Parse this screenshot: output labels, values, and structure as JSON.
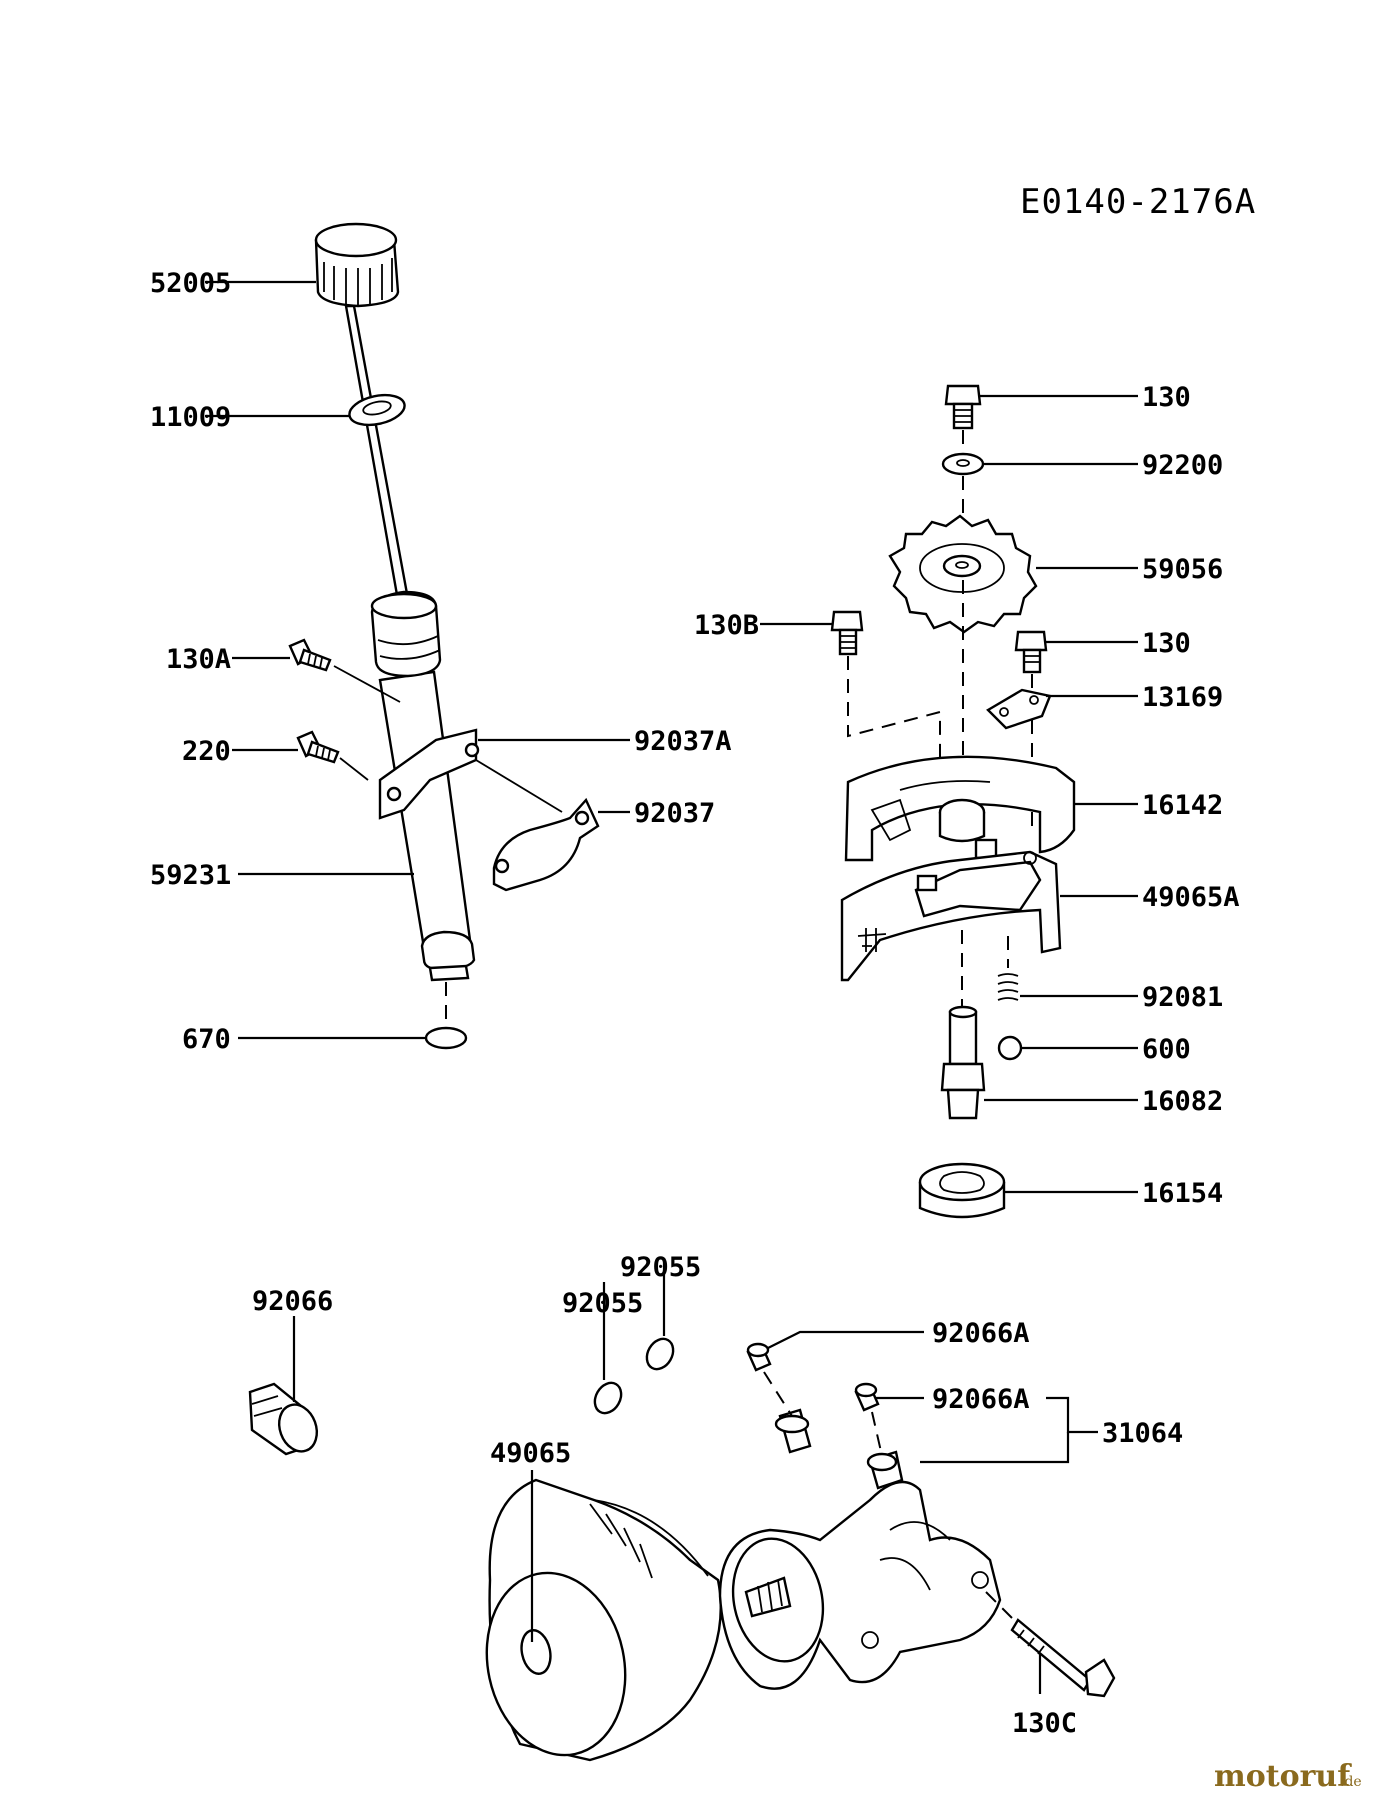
{
  "diagram_code": "E0140-2176A",
  "watermark": {
    "brand": "motoruf",
    "suffix": ".de"
  },
  "labels": {
    "p52005": "52005",
    "p11009": "11009",
    "p130A": "130A",
    "p220": "220",
    "p92037A": "92037A",
    "p92037": "92037",
    "p59231": "59231",
    "p670": "670",
    "p130_top": "130",
    "p92200": "92200",
    "p59056": "59056",
    "p130B": "130B",
    "p130_mid": "130",
    "p13169": "13169",
    "p16142": "16142",
    "p49065A": "49065A",
    "p92081": "92081",
    "p600": "600",
    "p16082": "16082",
    "p16154": "16154",
    "p92066": "92066",
    "p92055_a": "92055",
    "p92055_b": "92055",
    "p92066A_a": "92066A",
    "p92066A_b": "92066A",
    "p31064": "31064",
    "p49065": "49065",
    "p130C": "130C"
  }
}
